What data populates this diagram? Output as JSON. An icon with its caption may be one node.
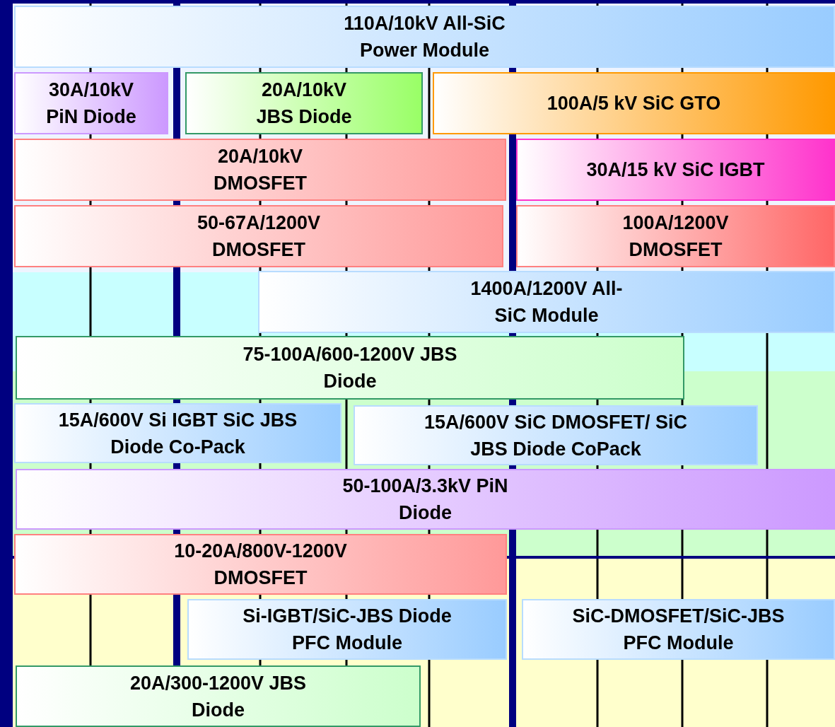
{
  "diagram": {
    "nodes": [
      {
        "text": [
          "110A/10kV All-SiC Power Module"
        ]
      },
      {
        "text": [
          "30A/10kV PiN Diode"
        ]
      },
      {
        "text": [
          "20A/10kV JBS Diode"
        ]
      },
      {
        "text": [
          "100A/5 kV SiC GTO"
        ]
      },
      {
        "text": [
          "20A/10kV DMOSFET"
        ]
      },
      {
        "text": [
          "30A/15 kV SiC IGBT"
        ]
      },
      {
        "text": [
          "50-67A/1200V DMOSFET"
        ]
      },
      {
        "text": [
          "100A/1200V DMOSFET"
        ]
      },
      {
        "text": [
          "1400A/1200V All-SiC Module"
        ]
      },
      {
        "text": [
          "75-100A/600-1200V JBS Diode"
        ]
      },
      {
        "text": [
          "15A/600V Si IGBT SiC JBS Diode Co-Pack"
        ]
      },
      {
        "text": [
          "15A/600V SiC DMOSFET/ SiC JBS Diode CoPack"
        ]
      },
      {
        "text": [
          "50-100A/3.3kV PiN Diode"
        ]
      },
      {
        "text": [
          "10-20A/800V-1200V DMOSFET"
        ]
      },
      {
        "text": [
          "Si-IGBT/SiC-JBS Diode PFC Module"
        ]
      },
      {
        "text": [
          "SiC-DMOSFET/SiC-JBS PFC Module"
        ]
      },
      {
        "text": [
          "20A/300-1200V JBS Diode"
        ]
      }
    ]
  }
}
